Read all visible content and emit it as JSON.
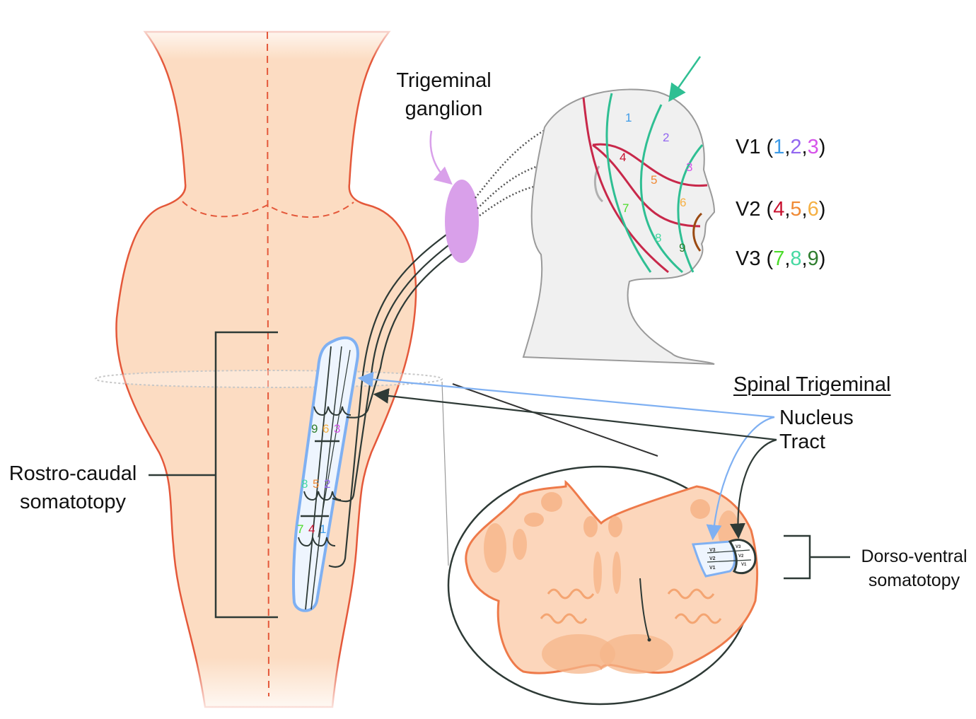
{
  "colors": {
    "brainstem_fill": "#fcdcc2",
    "brainstem_outline": "#e4583a",
    "ganglion": "#d9a0ea",
    "nucleus_blue": "#7fb0f2",
    "nerve_dark": "#2e3a36",
    "dermatome_red": "#c8284a",
    "dermatome_green": "#2fbf93",
    "lip_brown": "#9a4a12",
    "section_fill": "#fcd6bb",
    "section_spot": "#f6b58a",
    "zone_1": "#3d9be8",
    "zone_2": "#9266f0",
    "zone_3": "#d654ea",
    "zone_4": "#c8102e",
    "zone_5": "#f08a35",
    "zone_6": "#f5b043",
    "zone_7": "#4cdc2a",
    "zone_8": "#46d9a2",
    "zone_9": "#2e7d2e"
  },
  "labels": {
    "ganglion_line1": "Trigeminal",
    "ganglion_line2": "ganglion",
    "rostro_line1": "Rostro-caudal",
    "rostro_line2": "somatotopy",
    "spinal_trigeminal": "Spinal Trigeminal",
    "nucleus": "Nucleus",
    "tract": "Tract",
    "dorso_line1": "Dorso-ventral",
    "dorso_line2": "somatotopy"
  },
  "divisions": [
    {
      "name": "V1",
      "open": " (",
      "zones": [
        "1",
        "2",
        "3"
      ],
      "close": ")"
    },
    {
      "name": "V2",
      "open": " (",
      "zones": [
        "4",
        "5",
        "6"
      ],
      "close": ")"
    },
    {
      "name": "V3",
      "open": " (",
      "zones": [
        "7",
        "8",
        "9"
      ],
      "close": ")"
    }
  ],
  "face_zones": [
    "1",
    "2",
    "3",
    "4",
    "5",
    "6",
    "7",
    "8",
    "9"
  ],
  "nucleus_rows": [
    [
      "9",
      "6",
      "3"
    ],
    [
      "8",
      "5",
      "2"
    ],
    [
      "7",
      "4",
      "1"
    ]
  ],
  "section_labels": {
    "nucleus": [
      "V3",
      "V2",
      "V1"
    ],
    "tract": [
      "V3",
      "V2",
      "V1"
    ]
  }
}
